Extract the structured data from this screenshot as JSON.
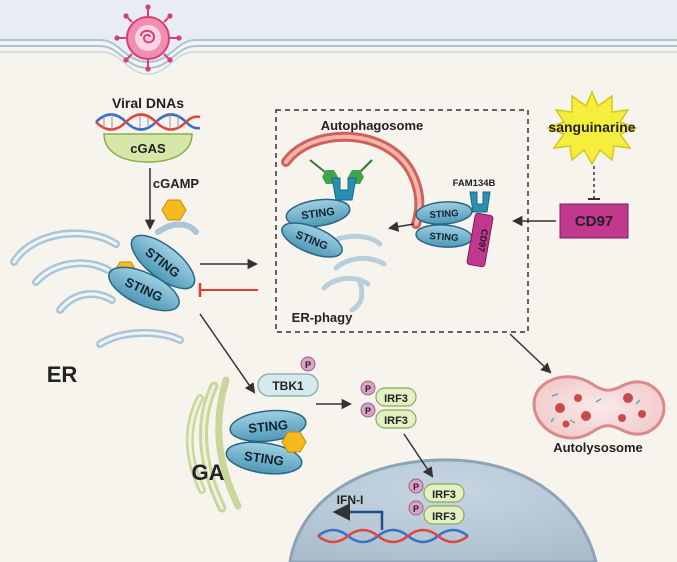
{
  "labels": {
    "viral_dnas": "Viral DNAs",
    "cgas": "cGAS",
    "cgamp": "cGAMP",
    "er": "ER",
    "ga": "GA",
    "autophagosome": "Autophagosome",
    "er_phagy": "ER-phagy",
    "fam134b": "FAM134B",
    "sanguinarine": "sanguinarine",
    "cd97": "CD97",
    "cd97_small": "CD97",
    "autolysosome": "Autolysosome",
    "tbk1": "TBK1",
    "irf3": "IRF3",
    "ifn": "IFN-I",
    "phospho": "P",
    "sting": "STING"
  },
  "colors": {
    "sting_fill": "#6fb1cc",
    "sting_edge": "#2a6680",
    "cd97": "#c0398f",
    "starburst": "#f6ee3c",
    "inhibit_red": "#e53935",
    "membrane": "#aac6d6",
    "nucleus": "#b8c8d6",
    "cgas": "#d5e8a9",
    "irf3": "#e2f0c3",
    "cgamp": "#f5bb1e",
    "phospho": "#d9a3c6",
    "receptor": "#2a8fb0"
  }
}
